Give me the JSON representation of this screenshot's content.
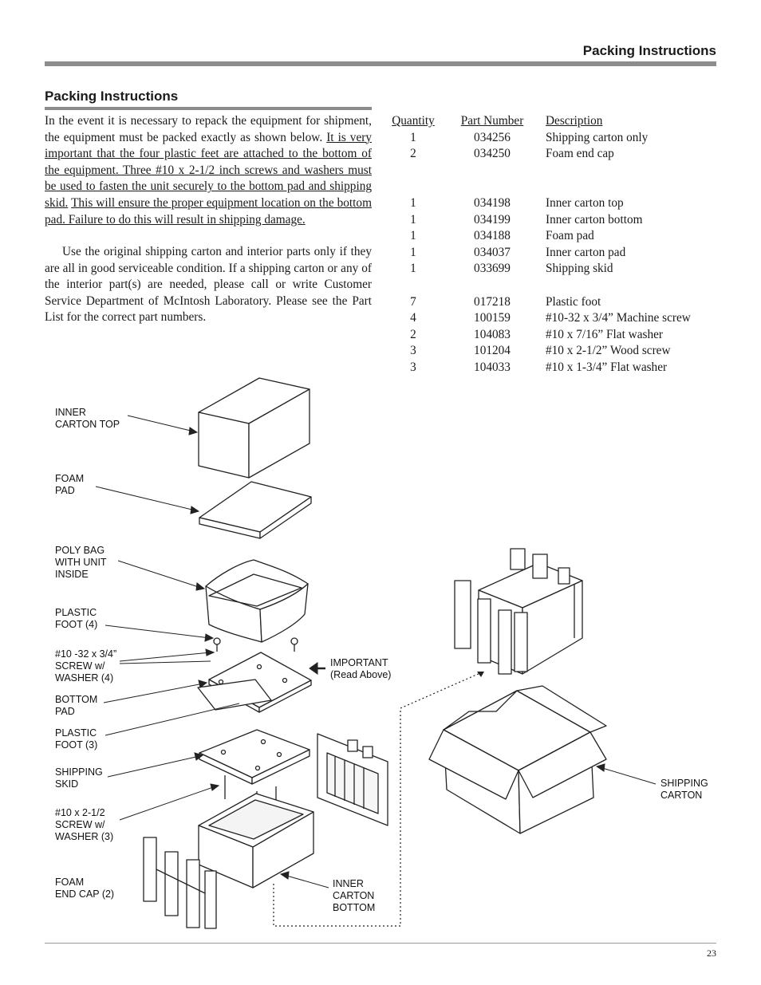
{
  "header": {
    "title": "Packing Instructions"
  },
  "section": {
    "title": "Packing Instructions"
  },
  "intro": {
    "p1_a": "In the event it is necessary to repack the equipment for shipment, the equipment must be packed exactly as shown below. ",
    "p1_u1": "It is very important that the four plastic feet are attached to the bottom of the equipment. Three #10 x 2-1/2 inch screws and washers must be used to fasten the unit securely to the bottom pad and shipping skid.",
    "p1_b": " ",
    "p1_u2": "This will ensure the proper equipment location on the bottom pad. Failure to do this will result in shipping damage.",
    "p2": "Use the original shipping carton and interior parts only if they are all in good serviceable condition. If a shipping carton or any of the interior part(s) are needed, please call or write Customer Service Department of McIntosh Laboratory. Please see the Part List for the correct part numbers."
  },
  "parts_table": {
    "headers": [
      "Quantity",
      "Part Number",
      "Description"
    ],
    "groups": [
      [
        [
          "1",
          "034256",
          "Shipping carton only"
        ],
        [
          "2",
          "034250",
          "Foam end cap"
        ]
      ],
      [
        [
          "1",
          "034198",
          "Inner carton top"
        ],
        [
          "1",
          "034199",
          "Inner carton bottom"
        ],
        [
          "1",
          "034188",
          "Foam pad"
        ],
        [
          "1",
          "034037",
          "Inner carton pad"
        ],
        [
          "1",
          "033699",
          "Shipping skid"
        ]
      ],
      [
        [
          "7",
          "017218",
          "Plastic foot"
        ],
        [
          "4",
          "100159",
          "#10-32 x 3/4” Machine screw"
        ],
        [
          "2",
          "104083",
          "#10 x 7/16” Flat washer"
        ],
        [
          "3",
          "101204",
          "#10 x 2-1/2” Wood screw"
        ],
        [
          "3",
          "104033",
          "#10 x 1-3/4” Flat washer"
        ]
      ]
    ]
  },
  "diagram": {
    "labels": {
      "inner_carton_top": "INNER\nCARTON TOP",
      "foam_pad": "FOAM\nPAD",
      "poly_bag": "POLY BAG\nWITH UNIT\nINSIDE",
      "plastic_foot_4": "PLASTIC\nFOOT (4)",
      "screw_washer_4": "#10 -32 x 3/4”\nSCREW w/\nWASHER (4)",
      "bottom_pad": "BOTTOM\nPAD",
      "plastic_foot_3": "PLASTIC\nFOOT (3)",
      "shipping_skid": "SHIPPING\nSKID",
      "screw_washer_3": "#10 x 2-1/2\nSCREW w/\nWASHER (3)",
      "foam_end_cap": "FOAM\nEND CAP (2)",
      "important": "IMPORTANT\n(Read Above)",
      "inner_carton_bottom": "INNER\nCARTON\nBOTTOM",
      "shipping_carton": "SHIPPING\nCARTON"
    }
  },
  "footer": {
    "page_number": "23"
  }
}
